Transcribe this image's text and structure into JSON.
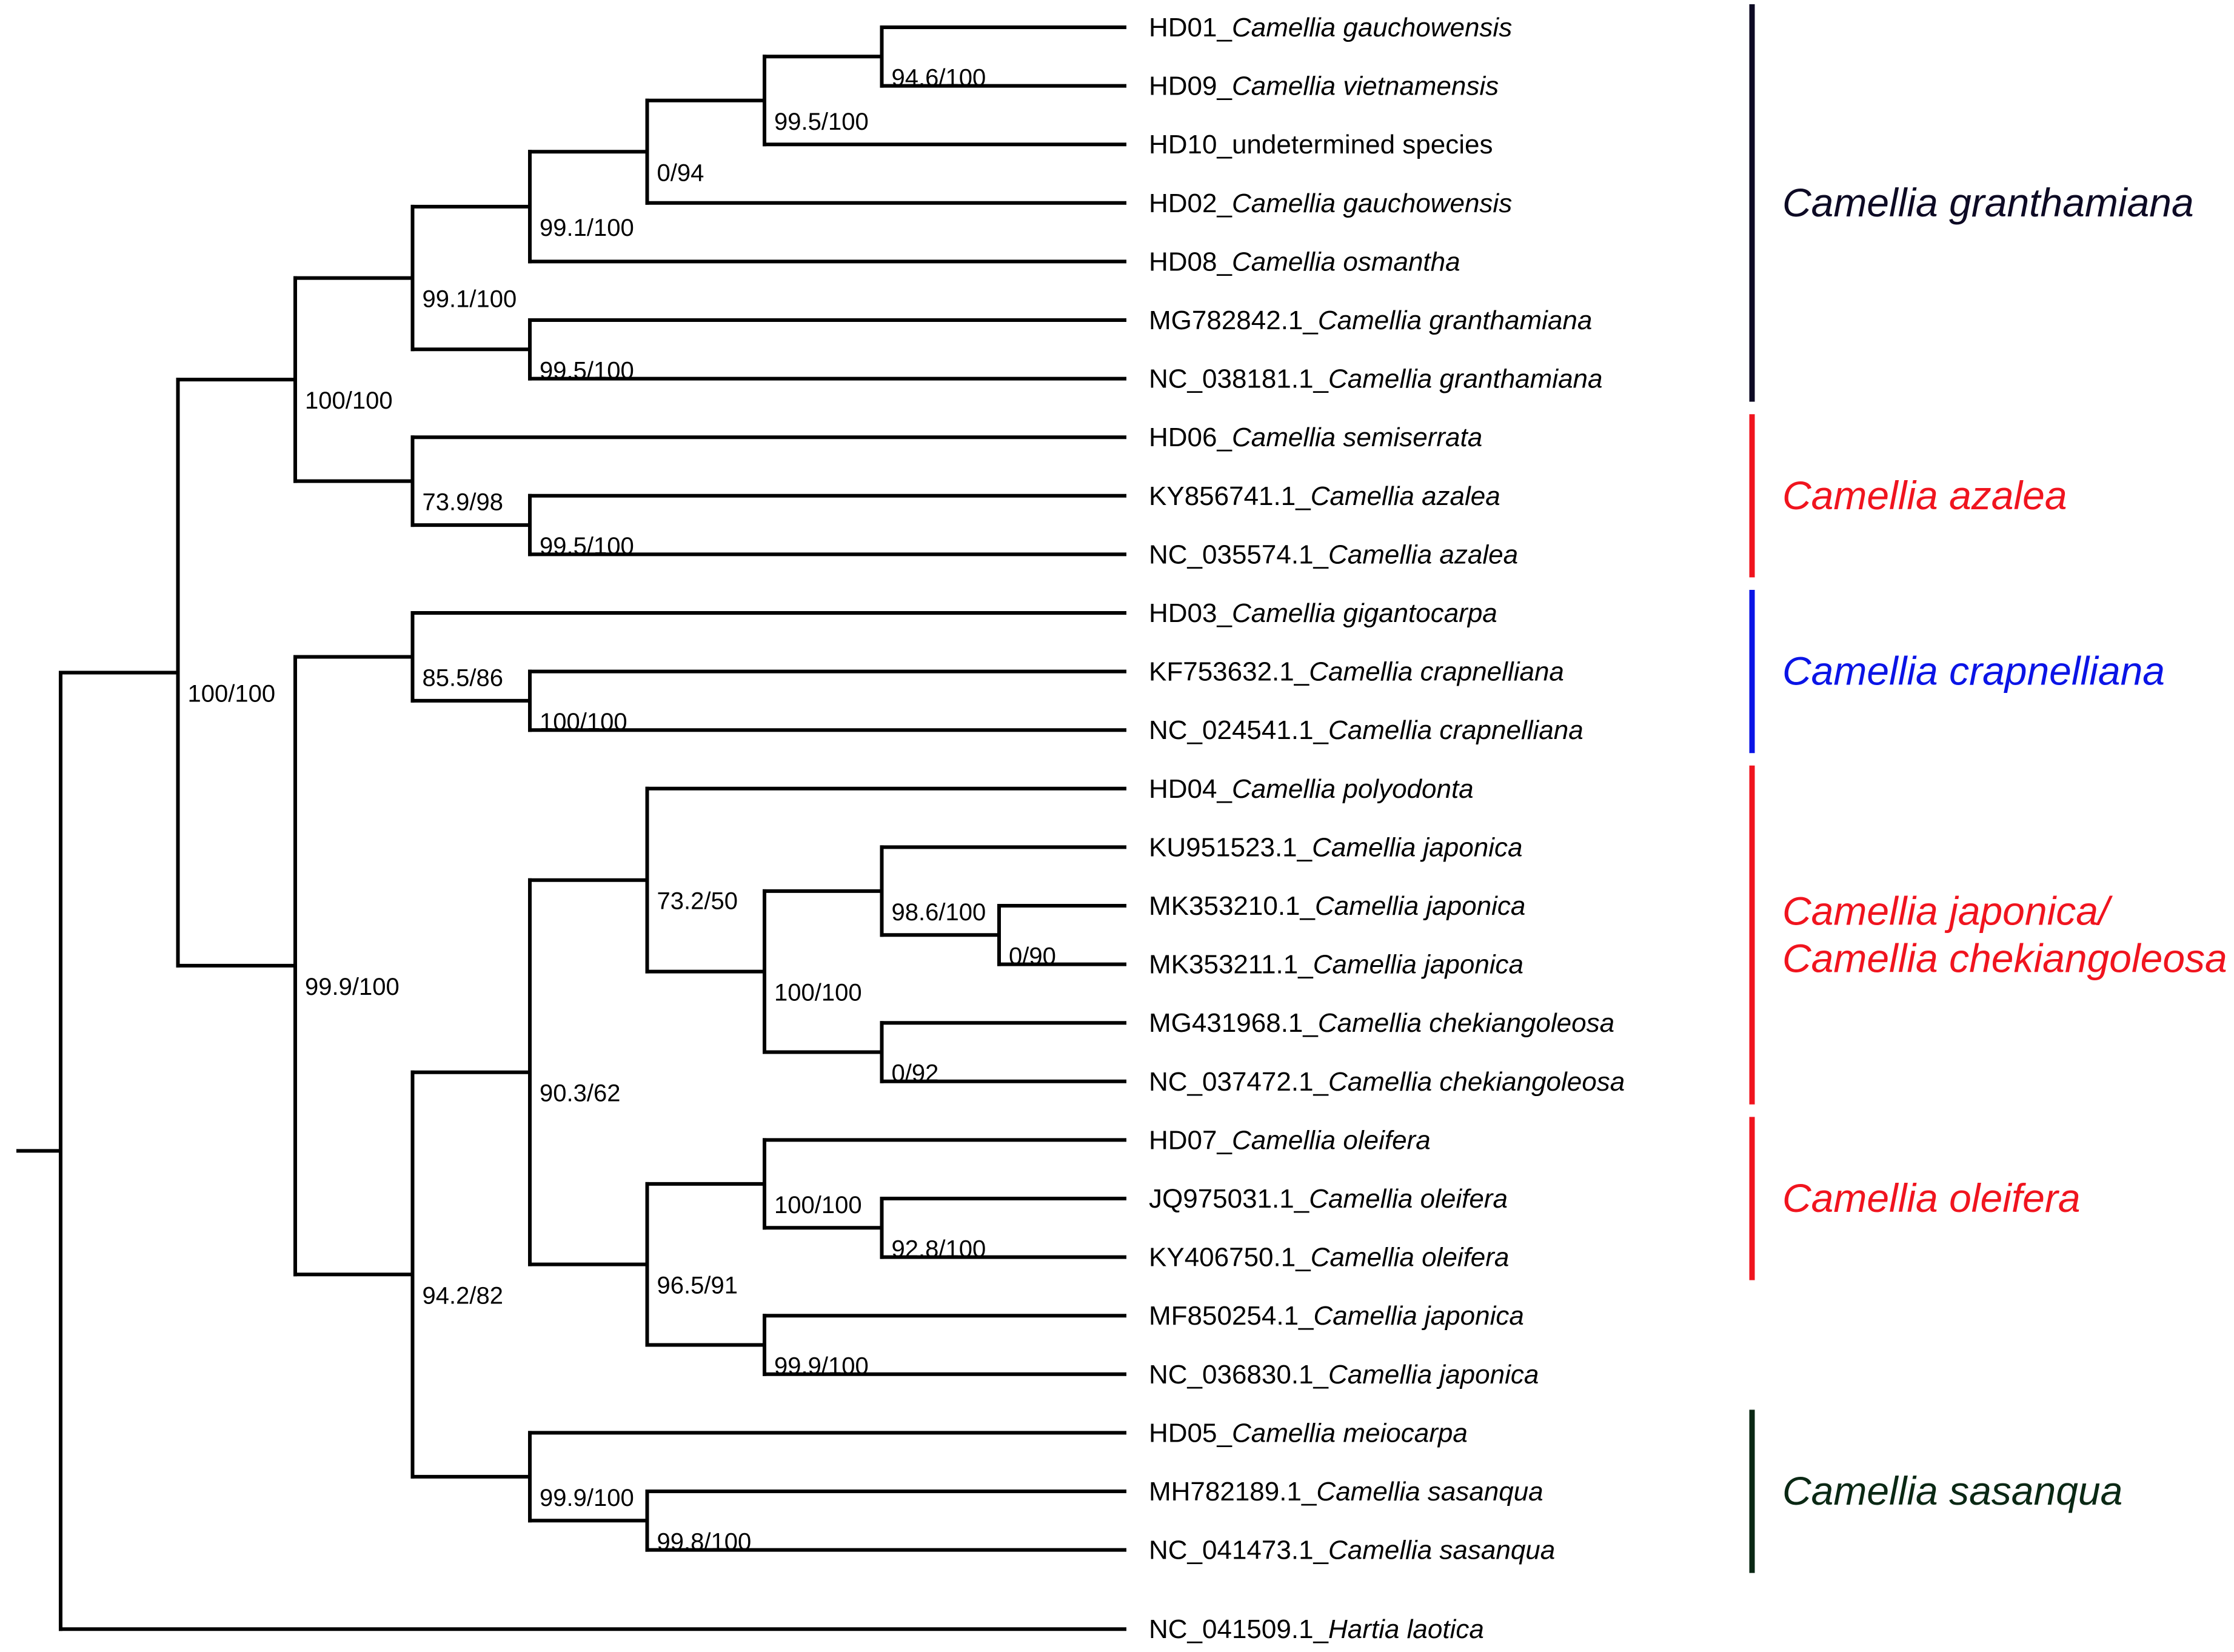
{
  "tree": {
    "name": "root",
    "children": [
      {
        "support": "100/100",
        "children": [
          {
            "support": "100/100",
            "children": [
              {
                "support": "99.1/100",
                "children": [
                  {
                    "support": "99.1/100",
                    "children": [
                      {
                        "support": "0/94",
                        "children": [
                          {
                            "support": "99.5/100",
                            "children": [
                              {
                                "support": "94.6/100",
                                "children": [
                                  {
                                    "label": "HD01_",
                                    "species": "Camellia gauchowensis"
                                  },
                                  {
                                    "label": "HD09_",
                                    "species": "Camellia vietnamensis"
                                  }
                                ]
                              },
                              {
                                "label": "HD10_undetermined species",
                                "species": ""
                              }
                            ]
                          },
                          {
                            "label": "HD02_",
                            "species": "Camellia gauchowensis"
                          }
                        ]
                      },
                      {
                        "label": "HD08_",
                        "species": "Camellia osmantha"
                      }
                    ]
                  },
                  {
                    "support": "99.5/100",
                    "children": [
                      {
                        "label": "MG782842.1_",
                        "species": "Camellia granthamiana"
                      },
                      {
                        "label": "NC_038181.1_",
                        "species": "Camellia granthamiana"
                      }
                    ]
                  }
                ]
              },
              {
                "support": "73.9/98",
                "children": [
                  {
                    "label": "HD06_",
                    "species": "Camellia semiserrata"
                  },
                  {
                    "support": "99.5/100",
                    "children": [
                      {
                        "label": "KY856741.1_",
                        "species": "Camellia azalea"
                      },
                      {
                        "label": "NC_035574.1_",
                        "species": "Camellia azalea"
                      }
                    ]
                  }
                ]
              }
            ]
          },
          {
            "support": "99.9/100",
            "children": [
              {
                "support": "85.5/86",
                "children": [
                  {
                    "label": "HD03_",
                    "species": "Camellia gigantocarpa"
                  },
                  {
                    "support": "100/100",
                    "children": [
                      {
                        "label": "KF753632.1_",
                        "species": "Camellia crapnelliana"
                      },
                      {
                        "label": "NC_024541.1_",
                        "species": "Camellia crapnelliana"
                      }
                    ]
                  }
                ]
              },
              {
                "support": "94.2/82",
                "children": [
                  {
                    "support": "90.3/62",
                    "children": [
                      {
                        "support": "73.2/50",
                        "children": [
                          {
                            "label": "HD04_",
                            "species": "Camellia polyodonta"
                          },
                          {
                            "support": "100/100",
                            "children": [
                              {
                                "support": "98.6/100",
                                "children": [
                                  {
                                    "label": "KU951523.1_",
                                    "species": "Camellia japonica"
                                  },
                                  {
                                    "support": "0/90",
                                    "children": [
                                      {
                                        "label": "MK353210.1_",
                                        "species": "Camellia japonica"
                                      },
                                      {
                                        "label": "MK353211.1_",
                                        "species": "Camellia japonica"
                                      }
                                    ]
                                  }
                                ]
                              },
                              {
                                "support": "0/92",
                                "children": [
                                  {
                                    "label": "MG431968.1_",
                                    "species": "Camellia chekiangoleosa"
                                  },
                                  {
                                    "label": "NC_037472.1_",
                                    "species": "Camellia chekiangoleosa"
                                  }
                                ]
                              }
                            ]
                          }
                        ]
                      },
                      {
                        "support": "96.5/91",
                        "children": [
                          {
                            "support": "100/100",
                            "children": [
                              {
                                "label": "HD07_",
                                "species": "Camellia oleifera"
                              },
                              {
                                "support": "92.8/100",
                                "children": [
                                  {
                                    "label": "JQ975031.1_",
                                    "species": "Camellia oleifera"
                                  },
                                  {
                                    "label": "KY406750.1_",
                                    "species": "Camellia oleifera"
                                  }
                                ]
                              }
                            ]
                          },
                          {
                            "support": "99.9/100",
                            "children": [
                              {
                                "label": "MF850254.1_",
                                "species": "Camellia japonica"
                              },
                              {
                                "label": "NC_036830.1_",
                                "species": "Camellia japonica"
                              }
                            ]
                          }
                        ]
                      }
                    ]
                  },
                  {
                    "support": "99.9/100",
                    "children": [
                      {
                        "label": "HD05_",
                        "species": "Camellia meiocarpa"
                      },
                      {
                        "support": "99.8/100",
                        "children": [
                          {
                            "label": "MH782189.1_",
                            "species": "Camellia sasanqua"
                          },
                          {
                            "label": "NC_041473.1_",
                            "species": "Camellia sasanqua"
                          }
                        ]
                      }
                    ]
                  }
                ]
              }
            ]
          }
        ]
      },
      {
        "label": "NC_041509.1_",
        "species": "Hartia laotica"
      }
    ]
  },
  "clades": [
    {
      "lines": [
        "Camellia granthamiana"
      ],
      "color": "#0d0a24",
      "first_tip": 0,
      "last_tip": 6
    },
    {
      "lines": [
        "Camellia azalea"
      ],
      "color": "#f0141e",
      "first_tip": 7,
      "last_tip": 9
    },
    {
      "lines": [
        "Camellia crapnelliana"
      ],
      "color": "#0a14e6",
      "first_tip": 10,
      "last_tip": 12
    },
    {
      "lines": [
        "Camellia japonica/",
        "Camellia chekiangoleosa"
      ],
      "color": "#f0141e",
      "first_tip": 13,
      "last_tip": 18
    },
    {
      "lines": [
        "Camellia oleifera"
      ],
      "color": "#f0141e",
      "first_tip": 19,
      "last_tip": 21
    },
    {
      "lines": [
        "Camellia sasanqua"
      ],
      "color": "#0a2814",
      "first_tip": 24,
      "last_tip": 26
    }
  ]
}
